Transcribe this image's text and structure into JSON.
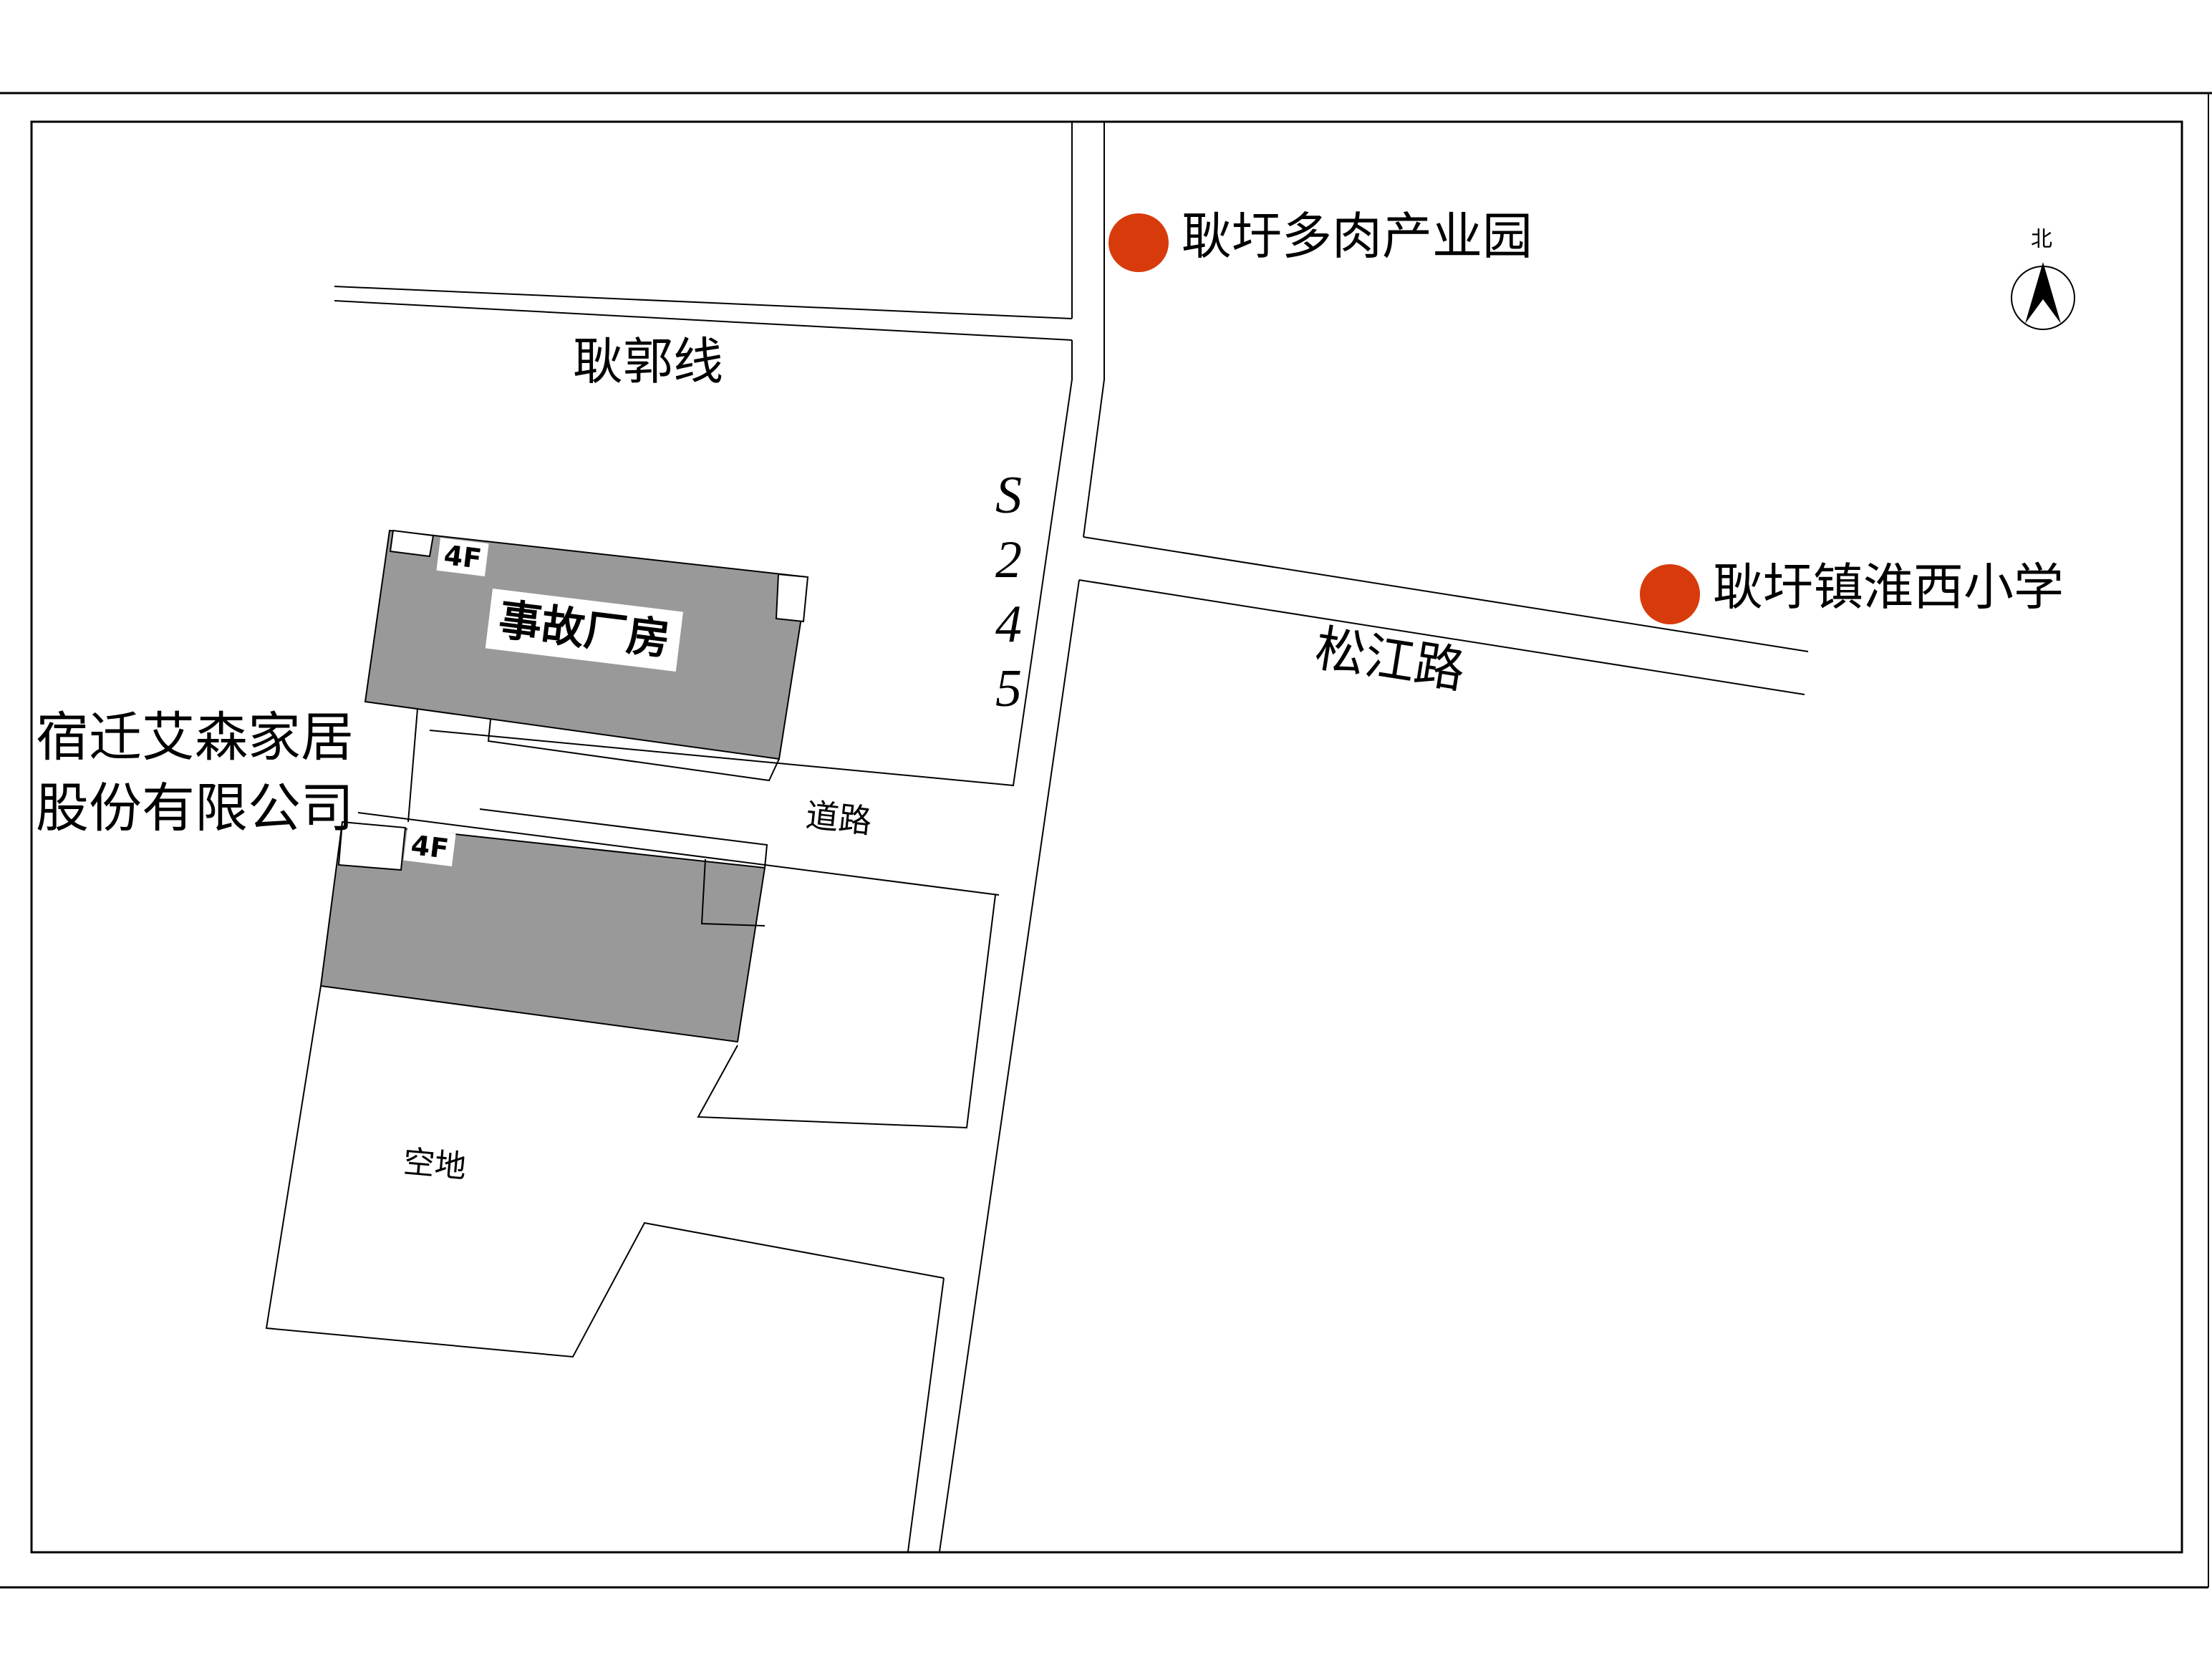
{
  "map": {
    "type": "site location map",
    "colors": {
      "building_fill": "#999999",
      "poi_marker": "#d83b0b",
      "line": "#000000",
      "background": "#ffffff"
    },
    "north_arrow": {
      "label": "北",
      "icon": "north-arrow-icon"
    },
    "roads": {
      "genguo_line": "耿郭线",
      "s245": [
        "S",
        "2",
        "4",
        "5"
      ],
      "songjiang_road": "松江路",
      "internal_road": "道路"
    },
    "buildings": [
      {
        "label": "事故厂房",
        "floors": "4F"
      },
      {
        "label": "",
        "floors": "4F"
      }
    ],
    "company": {
      "line1": "宿迁艾森家居",
      "line2": "股份有限公司"
    },
    "open_space": "空地",
    "pois": [
      {
        "label": "耿圩多肉产业园"
      },
      {
        "label": "耿圩镇淮西小学"
      }
    ]
  }
}
